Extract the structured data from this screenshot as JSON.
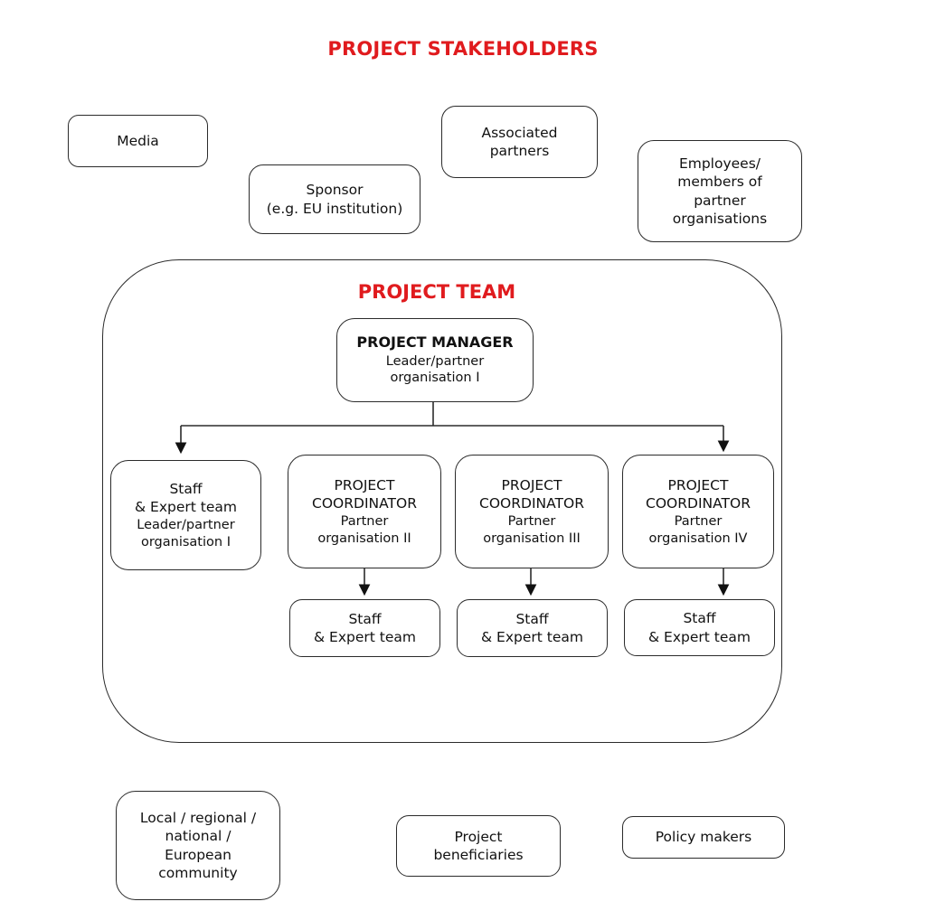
{
  "page": {
    "title": "PROJECT STAKEHOLDERS",
    "accent_color": "#e01b1e",
    "line_color": "#2b2b2b"
  },
  "stakeholders": {
    "media": "Media",
    "sponsor": "Sponsor\n(e.g. EU institution)",
    "associated_partners": "Associated\npartners",
    "employees": "Employees/\nmembers of\npartner\norganisations",
    "community": "Local / regional /\nnational /\nEuropean\ncommunity",
    "beneficiaries": "Project\nbeneficiaries",
    "policy_makers": "Policy makers"
  },
  "team": {
    "title": "PROJECT TEAM",
    "manager": {
      "title": "PROJECT MANAGER",
      "subtitle": "Leader/partner\norganisation I"
    },
    "staff_leader": {
      "title": "Staff\n& Expert team",
      "subtitle": "Leader/partner\norganisation I"
    },
    "coordinators": [
      {
        "title": "PROJECT\nCOORDINATOR",
        "subtitle": "Partner\norganisation II",
        "staff_label": "Staff\n& Expert team"
      },
      {
        "title": "PROJECT\nCOORDINATOR",
        "subtitle": "Partner\norganisation III",
        "staff_label": "Staff\n& Expert team"
      },
      {
        "title": "PROJECT\nCOORDINATOR",
        "subtitle": "Partner\norganisation IV",
        "staff_label": "Staff\n& Expert team"
      }
    ]
  }
}
